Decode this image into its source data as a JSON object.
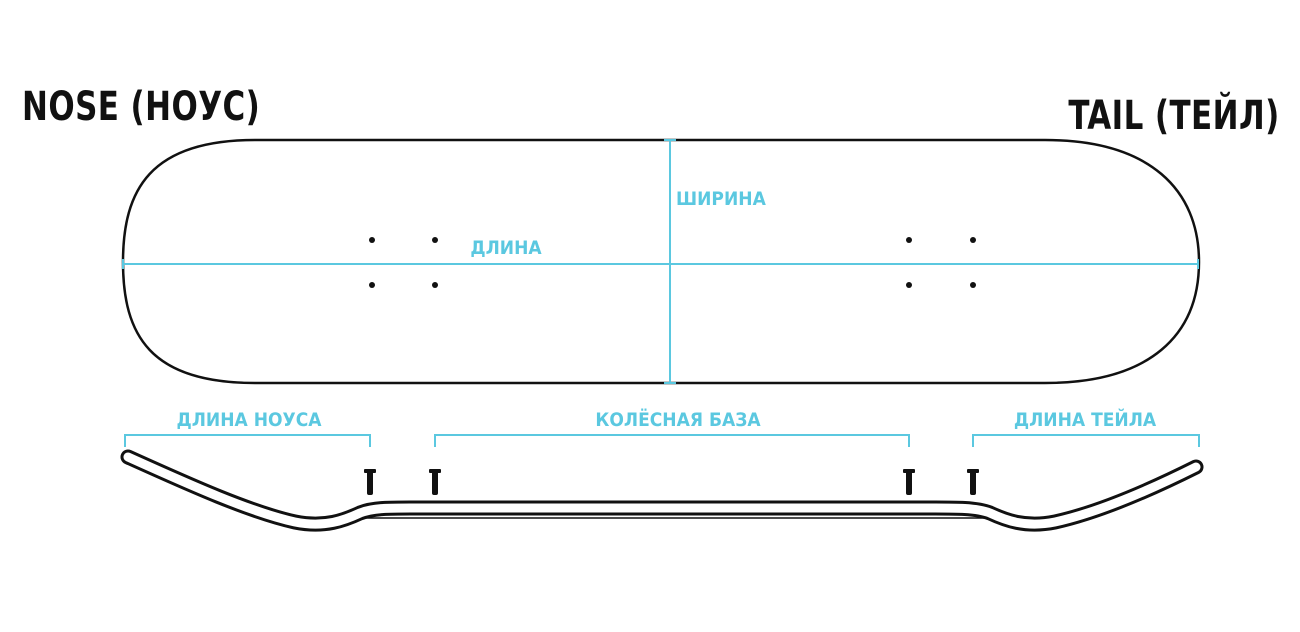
{
  "titles": {
    "nose": "NOSE (НОУС)",
    "tail": "TAIL (ТЕЙЛ)"
  },
  "labels": {
    "width": "ШИРИНА",
    "length": "ДЛИНА",
    "nose_length": "ДЛИНА НОУСА",
    "wheelbase": "КОЛЁСНАЯ БАЗА",
    "tail_length": "ДЛИНА ТЕЙЛА"
  },
  "colors": {
    "outline": "#111111",
    "dimension": "#5bc8e0"
  }
}
